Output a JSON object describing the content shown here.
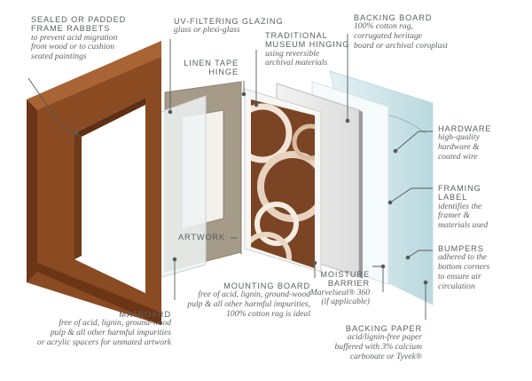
{
  "labels": {
    "sealed": {
      "title": "SEALED OR PADDED\nFRAME RABBETS",
      "desc": "to prevent acid migration\nfrom wood or to cushion\nseated paintings"
    },
    "glazing": {
      "title": "UV-FILTERING GLAZING",
      "desc": "glass or plexi-glass"
    },
    "linen": {
      "title": "LINEN TAPE\nHINGE"
    },
    "museum": {
      "title": "TRADITIONAL\nMUSEUM HINGING",
      "desc": "using reversible\narchival materials"
    },
    "backing_board": {
      "title": "BACKING BOARD",
      "desc": "100% cotton rag,\ncorrugated heritage\nboard or archival coroplast"
    },
    "hardware": {
      "title": "HARDWARE",
      "desc": "high-quality\nhardware &\ncoated wire"
    },
    "framing_label": {
      "title": "FRAMING\nLABEL",
      "desc": "identifies the\nframer &\nmaterials used"
    },
    "bumpers": {
      "title": "BUMPERS",
      "desc": "adhered to the\nbottom corners\nto ensure air\ncirculation"
    },
    "artwork": {
      "title": "ARTWORK"
    },
    "moisture": {
      "title": "MOISTURE\nBARRIER",
      "desc": "Marvelseal® 360\n(if applicable)"
    },
    "mounting": {
      "title": "MOUNTING BOARD",
      "desc": "free of acid, lignin, ground-wood\npulp & all other harmful impurities,\n100% cotton rag is ideal"
    },
    "matboard": {
      "title": "MATBOARD",
      "desc": "free of acid, lignin, ground-wood\npulp & all other harmful impurities\nor acrylic spacers for unmated artwork"
    },
    "backing_paper": {
      "title": "BACKING PAPER",
      "desc": "acid/lignin-free paper\nbuffered with 3% calcium\ncarbonate or Tyvek®"
    }
  },
  "colors": {
    "frame_dark": "#5e2f12",
    "frame_mid": "#8a4a22",
    "frame_light": "#a86434",
    "glass": "#eef3f4",
    "mat": "#a59886",
    "art_brown": "#7b4425",
    "backing_paper": "#d3e7ea",
    "leader": "#555a5c"
  }
}
